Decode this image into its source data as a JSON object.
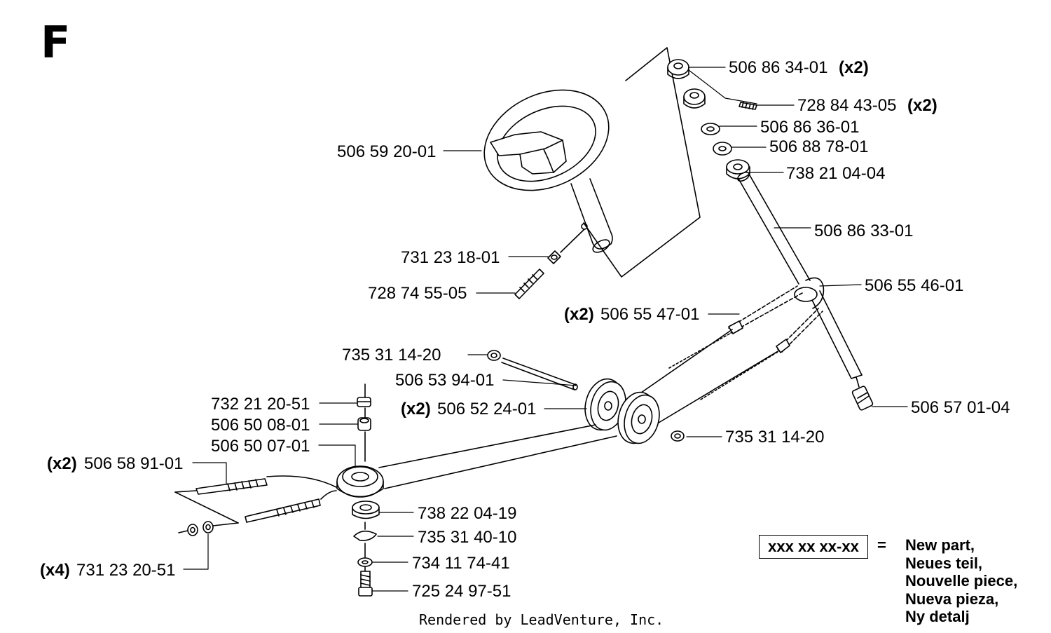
{
  "section_letter": "F",
  "footer": "Rendered by LeadVenture, Inc.",
  "colors": {
    "ink": "#000000",
    "background": "#ffffff"
  },
  "callouts": {
    "p01": {
      "part": "506 86 34-01",
      "qty": "(x2)"
    },
    "p02": {
      "part": "728 84 43-05",
      "qty": "(x2)"
    },
    "p03": {
      "part": "506 86 36-01"
    },
    "p04": {
      "part": "506 88 78-01"
    },
    "p05": {
      "part": "738 21 04-04"
    },
    "p06": {
      "part": "506 59 20-01"
    },
    "p07": {
      "part": "506 86 33-01"
    },
    "p08": {
      "part": "731 23 18-01"
    },
    "p09": {
      "part": "506 55 46-01"
    },
    "p10": {
      "part": "728 74 55-05"
    },
    "p11": {
      "part": "506 55 47-01",
      "qty": "(x2)"
    },
    "p12": {
      "part": "735 31 14-20"
    },
    "p13": {
      "part": "506 53 94-01"
    },
    "p14": {
      "part": "506 52 24-01",
      "qty": "(x2)"
    },
    "p15": {
      "part": "506 57 01-04"
    },
    "p16": {
      "part": "732 21 20-51"
    },
    "p17": {
      "part": "506 50 08-01"
    },
    "p18": {
      "part": "735 31 14-20"
    },
    "p19": {
      "part": "506 50 07-01"
    },
    "p20": {
      "part": "506 58 91-01",
      "qty": "(x2)"
    },
    "p21": {
      "part": "738 22 04-19"
    },
    "p22": {
      "part": "735 31 40-10"
    },
    "p23": {
      "part": "734 11 74-41"
    },
    "p24": {
      "part": "731 23 20-51",
      "qty": "(x4)"
    },
    "p25": {
      "part": "725 24 97-51"
    }
  },
  "legend": {
    "key": "xxx xx xx-xx",
    "equals": "=",
    "lines": [
      "New part,",
      "Neues teil,",
      "Nouvelle piece,",
      "Nueva pieza,",
      "Ny detalj"
    ]
  }
}
